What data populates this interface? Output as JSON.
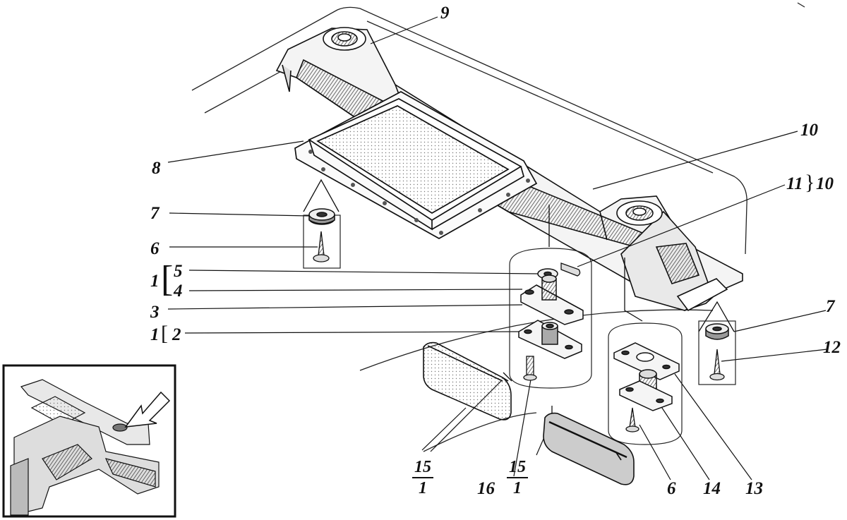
{
  "callouts": {
    "c9": "9",
    "c8": "8",
    "c10": "10",
    "c11": "11",
    "c11b": "10",
    "c7a": "7",
    "c6a": "6",
    "c1a": "1",
    "c5": "5",
    "c4": "4",
    "c3": "3",
    "c1b": "1",
    "c2": "2",
    "c7b": "7",
    "c12": "12",
    "c16": "16",
    "c6b": "6",
    "c14": "14",
    "c13": "13"
  },
  "fractions": {
    "left": {
      "top": "15",
      "bottom": "1"
    },
    "right": {
      "top": "15",
      "bottom": "1"
    }
  },
  "colors": {
    "ink": "#111111",
    "paper": "#ffffff",
    "shade": "#6a6a6a"
  }
}
